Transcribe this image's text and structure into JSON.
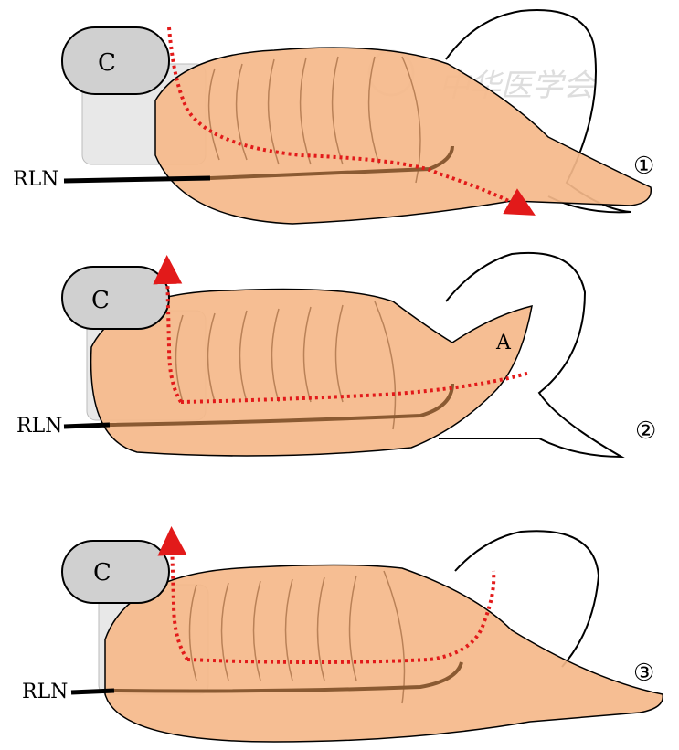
{
  "watermark": "中华医学会",
  "colors": {
    "tissue": "#f5b98a",
    "nerve": "#8a5a32",
    "path": "#e21a1a",
    "cartilage": "#d6d6d6"
  },
  "panels": [
    {
      "cartilage_label": "C",
      "nerve_label": "RLN",
      "number": "①"
    },
    {
      "cartilage_label": "C",
      "nerve_label": "RLN",
      "number": "②",
      "region_label": "A"
    },
    {
      "cartilage_label": "C",
      "nerve_label": "RLN",
      "number": "③"
    }
  ]
}
